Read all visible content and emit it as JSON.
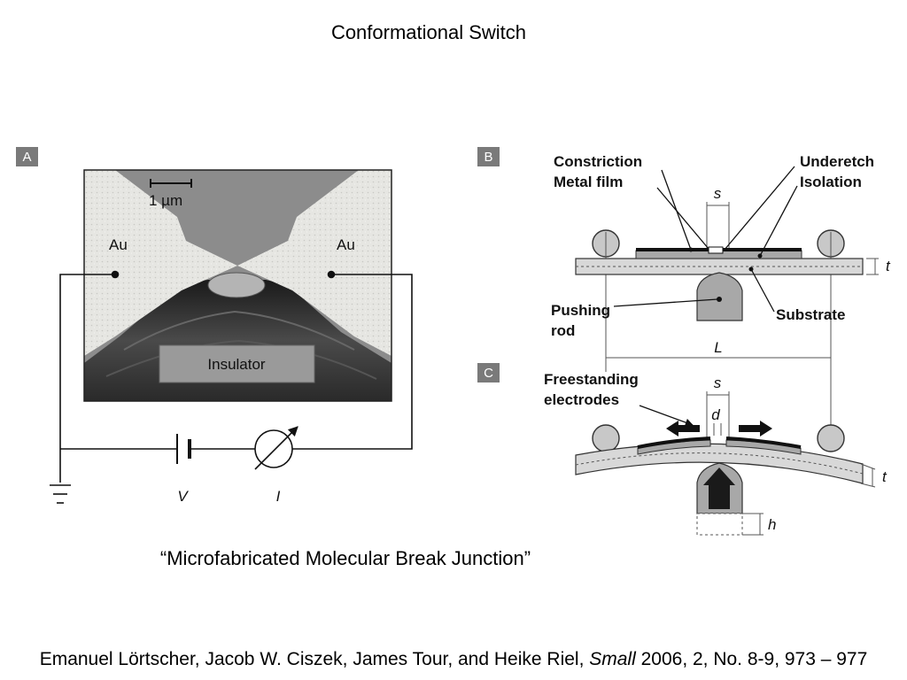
{
  "slide": {
    "title": "Conformational Switch",
    "caption": "“Microfabricated Molecular Break Junction”",
    "citation": {
      "authors": "Emanuel Lörtscher, Jacob W. Ciszek, James Tour, and Heike Riel, ",
      "journal": "Small",
      "details": " 2006, 2, No. 8-9, 973 – 977"
    }
  },
  "panel_a": {
    "tag": "A",
    "scale_bar": "1 µm",
    "left_electrode": "Au",
    "right_electrode": "Au",
    "insulator": "Insulator",
    "voltage_symbol": "V",
    "current_symbol": "I"
  },
  "panel_b": {
    "tag": "B",
    "constriction_label": [
      "Constriction",
      "Metal film"
    ],
    "underetch_label": [
      "Underetch",
      "Isolation"
    ],
    "gap_symbol": "s",
    "thickness_symbol": "t",
    "pushing_rod_label": [
      "Pushing",
      "rod"
    ],
    "substrate_label": "Substrate",
    "length_symbol": "L"
  },
  "panel_c": {
    "tag": "C",
    "electrodes_label": [
      "Freestanding",
      "electrodes"
    ],
    "gap_symbol": "s",
    "distance_symbol": "d",
    "thickness_symbol": "t",
    "height_symbol": "h"
  }
}
